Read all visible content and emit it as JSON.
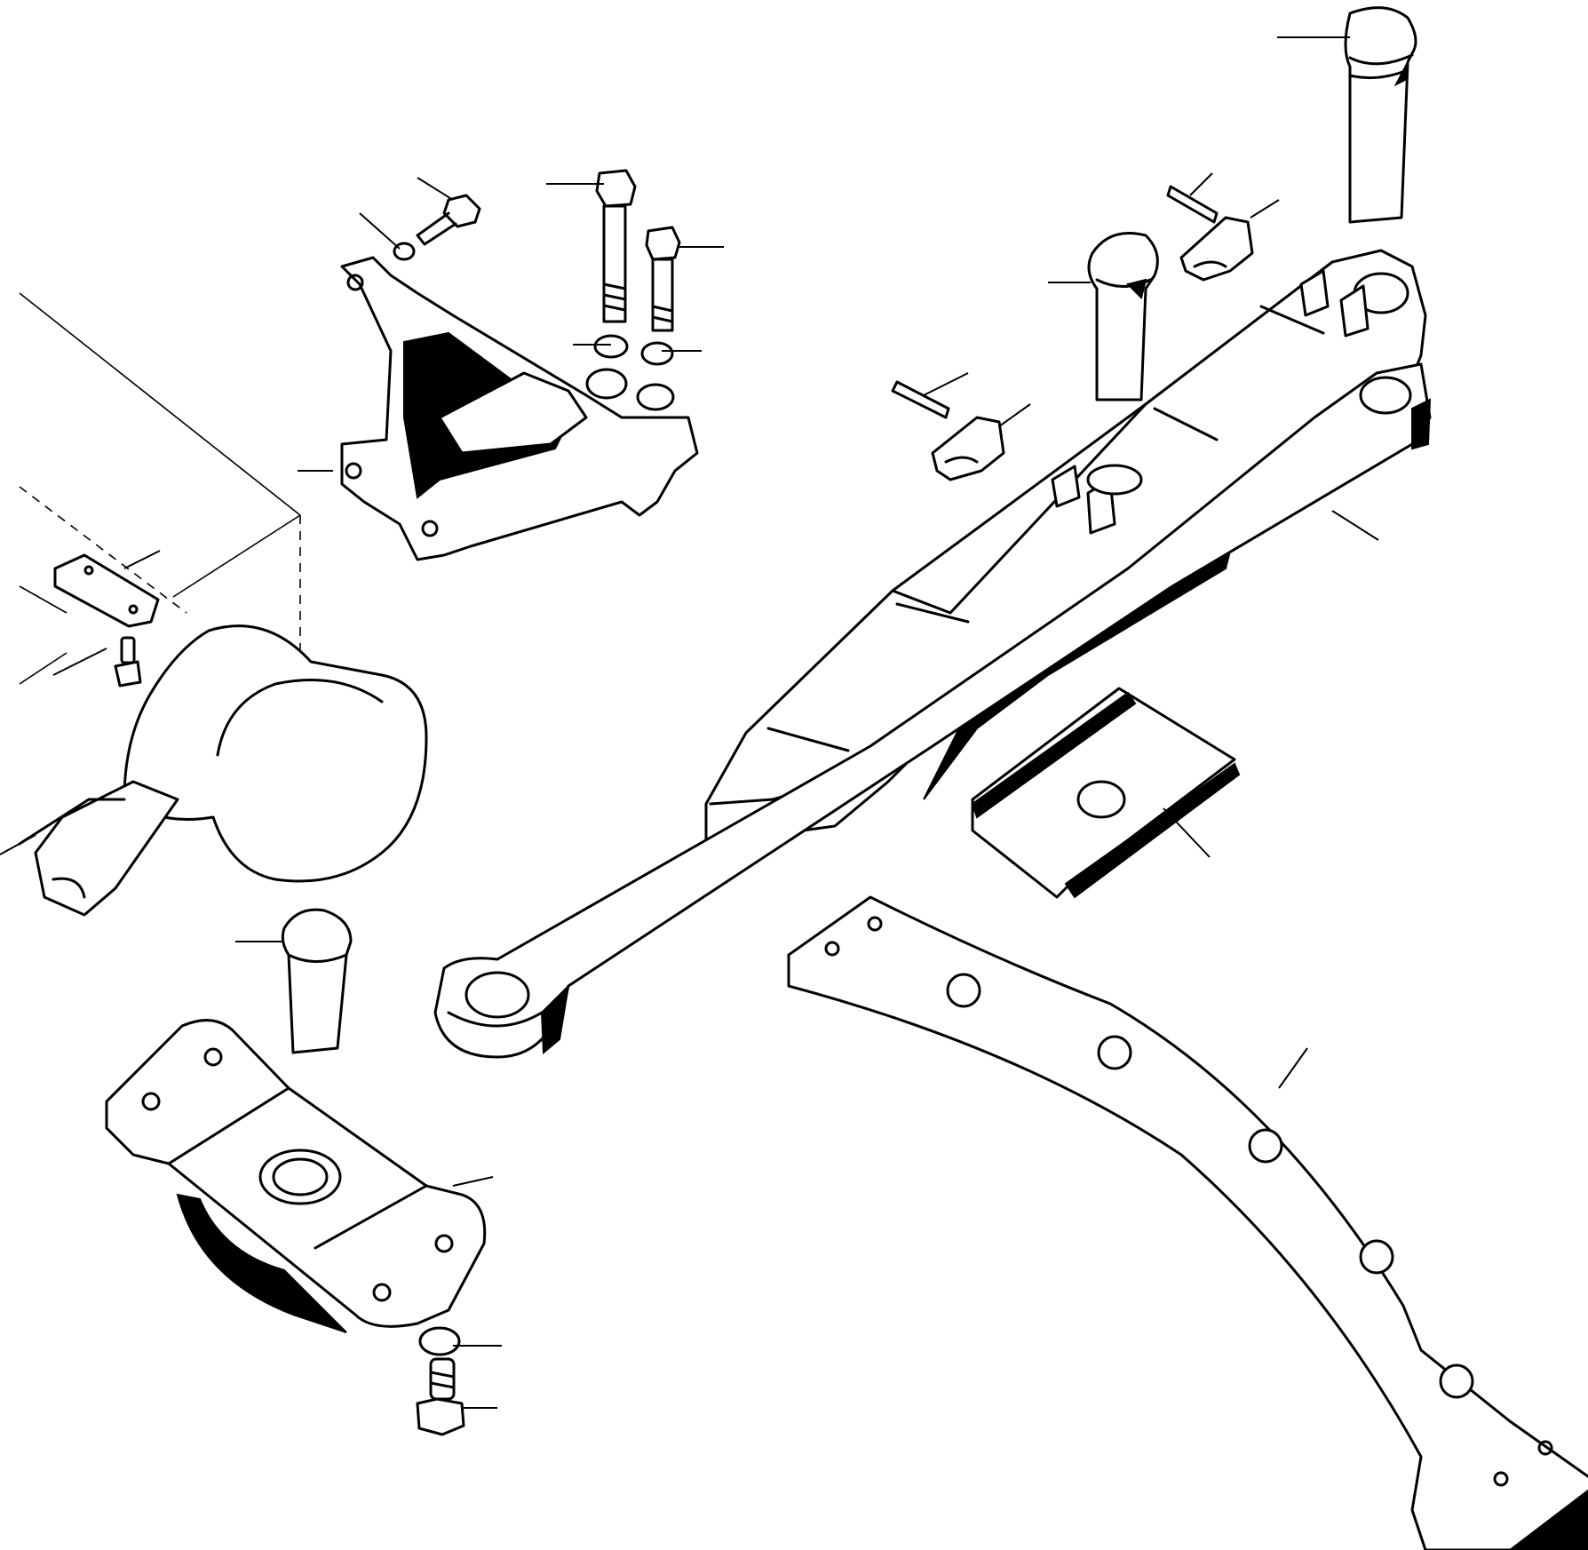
{
  "drawing": {
    "kind": "exploded parts illustration",
    "line_color": "#000000",
    "background": "#ffffff",
    "parts": [
      "axle-housing",
      "mounting-bracket",
      "hex-bolt-small",
      "hex-bolt-long",
      "hex-bolt-medium",
      "lock-washer",
      "clevis-pin-large",
      "clevis-pin-small",
      "linch-pin",
      "retainer-clip",
      "upper-link-arm",
      "lower-link-arm",
      "spacer-channel",
      "stabilizer-bar",
      "pivot-pin",
      "pivot-plate",
      "cap-screw",
      "small-plate",
      "small-screw"
    ],
    "callouts": []
  }
}
